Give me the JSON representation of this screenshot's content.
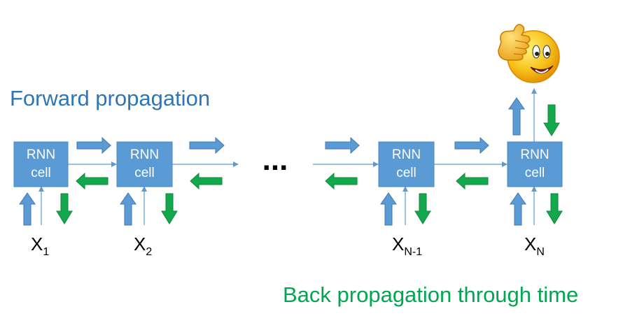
{
  "titles": {
    "forward": "Forward propagation",
    "backward": "Back propagation through time"
  },
  "colors": {
    "forward": "#2e75b6",
    "backward": "#00a651",
    "cell_fill": "#5b9bd5",
    "forward_arrow": "#5b9bd5",
    "backward_arrow": "#12a84b"
  },
  "cells": [
    {
      "line1": "RNN",
      "line2": "cell",
      "input_main": "X",
      "input_sub": "1"
    },
    {
      "line1": "RNN",
      "line2": "cell",
      "input_main": "X",
      "input_sub": "2"
    },
    {
      "line1": "RNN",
      "line2": "cell",
      "input_main": "X",
      "input_sub": "N-1"
    },
    {
      "line1": "RNN",
      "line2": "cell",
      "input_main": "X",
      "input_sub": "N"
    }
  ],
  "ellipsis": "...",
  "output_icon": "thumbs-up-smiley-icon"
}
